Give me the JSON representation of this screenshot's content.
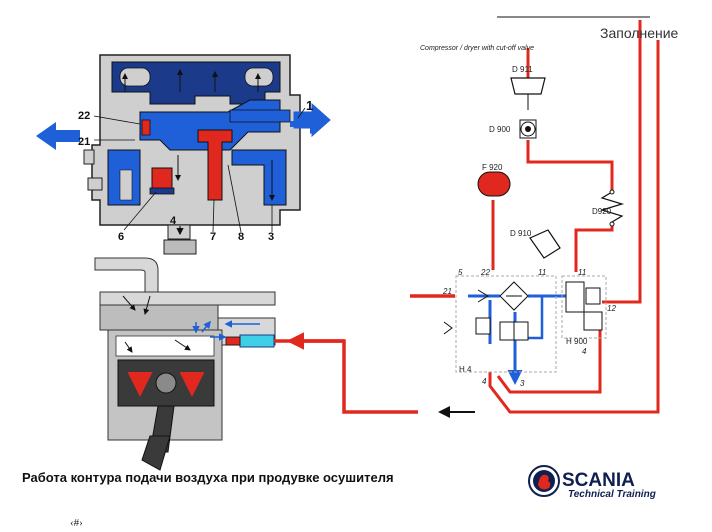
{
  "labels": {
    "fill_state": "Заполнение",
    "subtitle": "Compressor / dryer with cut-off valve",
    "caption": "Работа контура подачи воздуха при продувке осушителя",
    "footer_mark": "‹#›"
  },
  "brand": {
    "name": "SCANIA",
    "tagline": "Technical Training"
  },
  "component_labels": {
    "d911": "D 911",
    "d900": "D 900",
    "f920": "F 920",
    "d920": "D920",
    "d910": "D 910",
    "h4": "H 4",
    "h900": "H 900"
  },
  "port_labels": {
    "p5": "5",
    "p22": "22",
    "p11a": "11",
    "p11b": "11",
    "p21": "21",
    "p12": "12",
    "p4a": "4",
    "p4b": "4",
    "p3": "3"
  },
  "valve_callouts": {
    "c22": "22",
    "c21": "21",
    "c1": "1",
    "c6": "6",
    "c7": "7",
    "c8": "8",
    "c3": "3",
    "c4": "4"
  },
  "colors": {
    "pressure_red": "#e0281e",
    "flow_blue": "#1f5fd8",
    "dark_blue": "#1b3a8a",
    "body_gray": "#c8c8c8",
    "brand_navy": "#0f1f4f"
  }
}
